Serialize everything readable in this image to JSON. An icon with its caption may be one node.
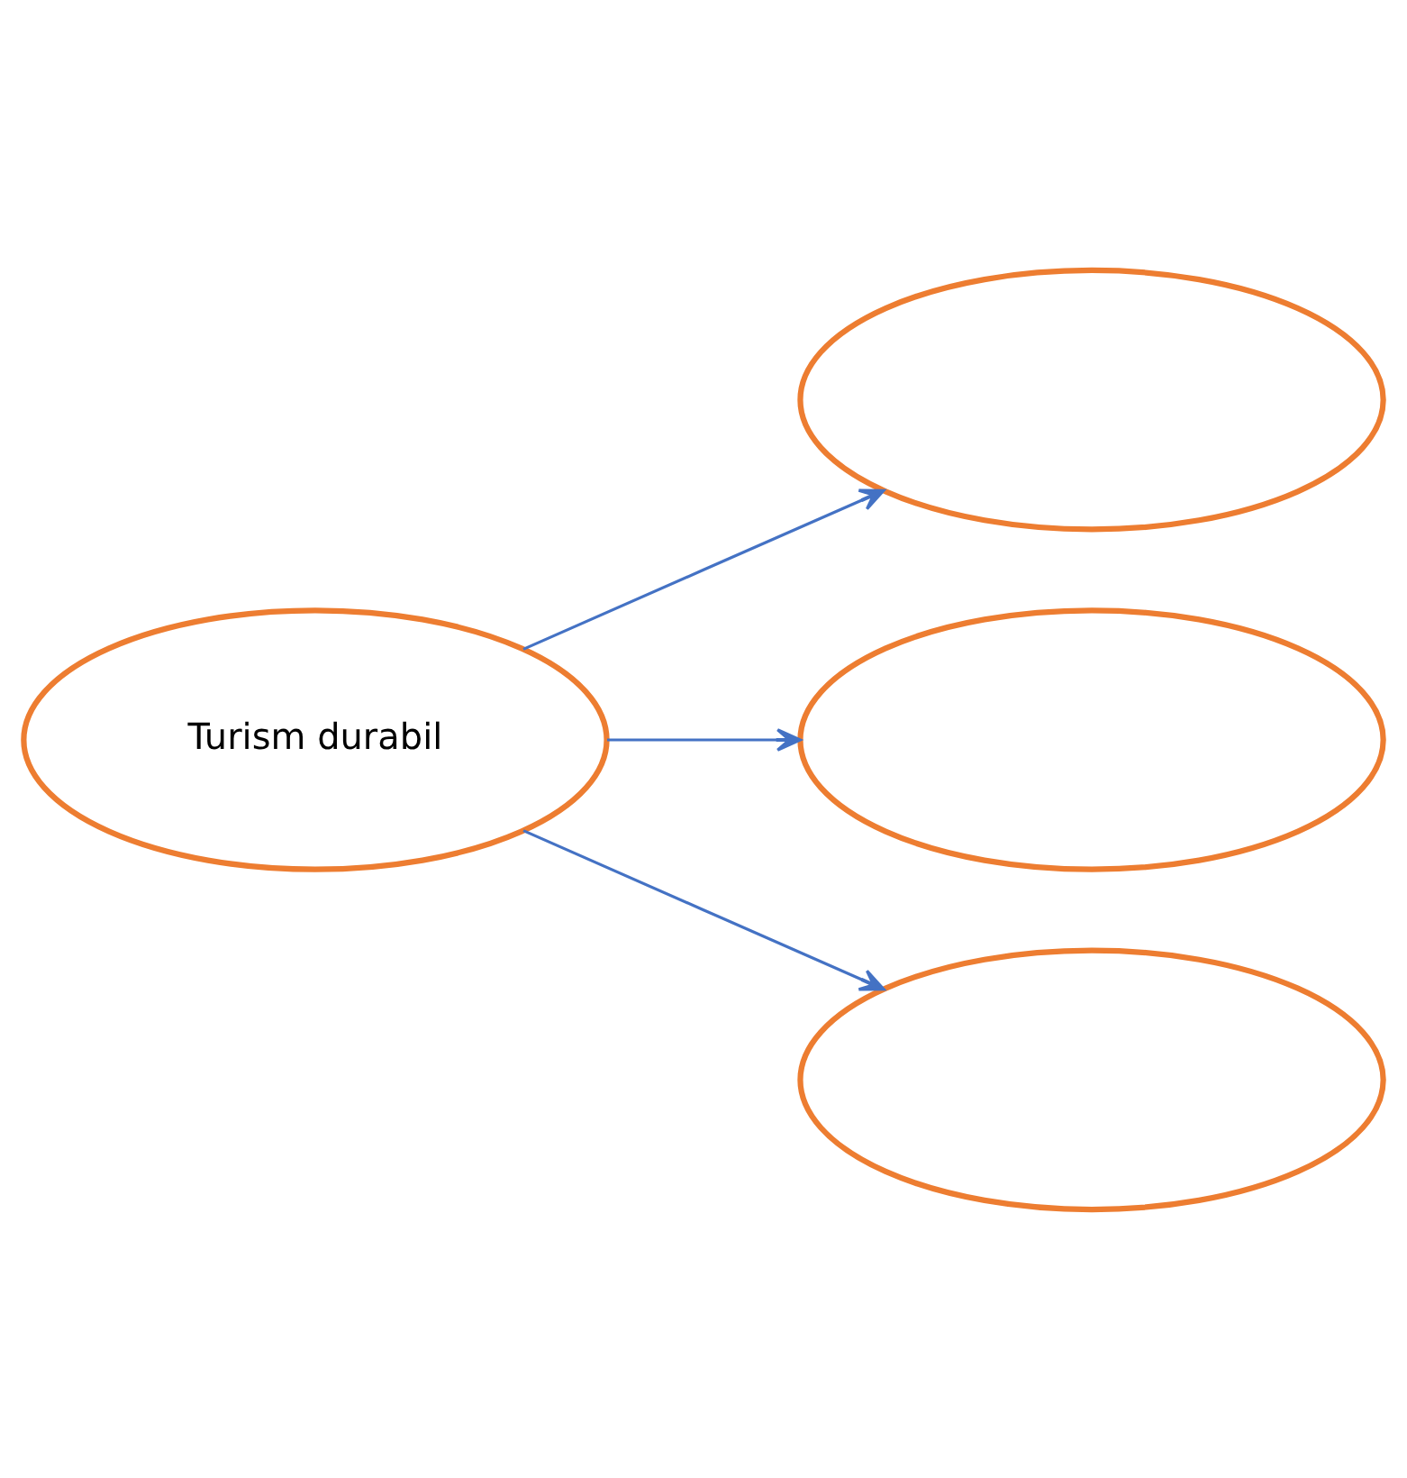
{
  "diagram": {
    "nodes": [
      {
        "text": [
          "Turism durabil"
        ]
      },
      {
        "text": [],
        "shape": "ellipse"
      },
      {
        "text": [],
        "shape": "ellipse"
      },
      {
        "text": [],
        "shape": "ellipse"
      }
    ],
    "edges": [
      {
        "from": 0,
        "to": 1,
        "arrow": "to"
      },
      {
        "from": 0,
        "to": 2,
        "arrow": "to"
      },
      {
        "from": 0,
        "to": 3,
        "arrow": "to"
      }
    ]
  }
}
